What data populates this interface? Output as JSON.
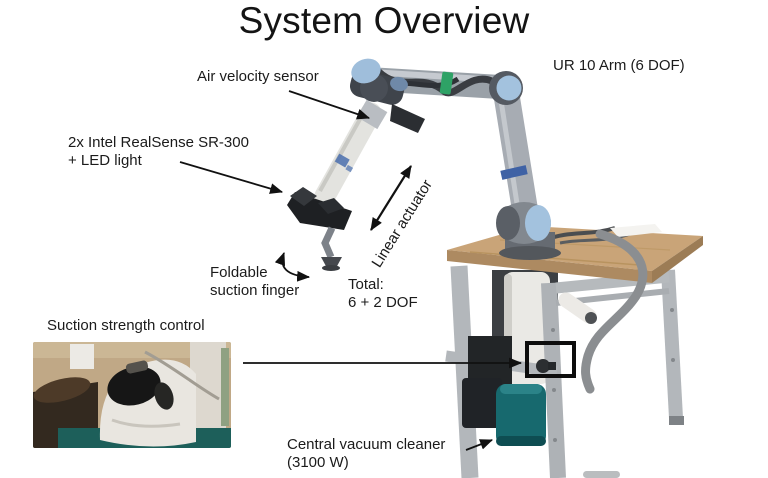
{
  "slide": {
    "title": "System Overview"
  },
  "annotations": {
    "air_velocity_sensor": "Air velocity sensor",
    "ur10_arm": "UR 10 Arm (6 DOF)",
    "realsense": "2x Intel RealSense SR-300\n+ LED light",
    "linear_actuator": "Linear actuator",
    "foldable_finger": "Foldable\nsuction finger",
    "total_dof": "Total:\n6 + 2 DOF",
    "suction_control": "Suction strength control",
    "central_vacuum": "Central vacuum cleaner\n(3100 W)"
  },
  "figure": {
    "arrow_color": "#111111",
    "robot": {
      "arm_tube_color": "#9aa1a8",
      "joint_cap_color": "#a3c2de",
      "cable_color": "#3a3d42",
      "marker_tape_color": "#2ea266",
      "actuator_tube_color": "#e3e3df",
      "bracket_color": "#1e2023"
    },
    "cart": {
      "tabletop_color": "#c9a478",
      "frame_color": "#b3b7bb",
      "vacuum_body_color": "#eae9e5",
      "vacuum_cleaner_color": "#17696e",
      "hose_color": "#8b8e91"
    },
    "highlight_box_color": "#0d0d0d"
  }
}
